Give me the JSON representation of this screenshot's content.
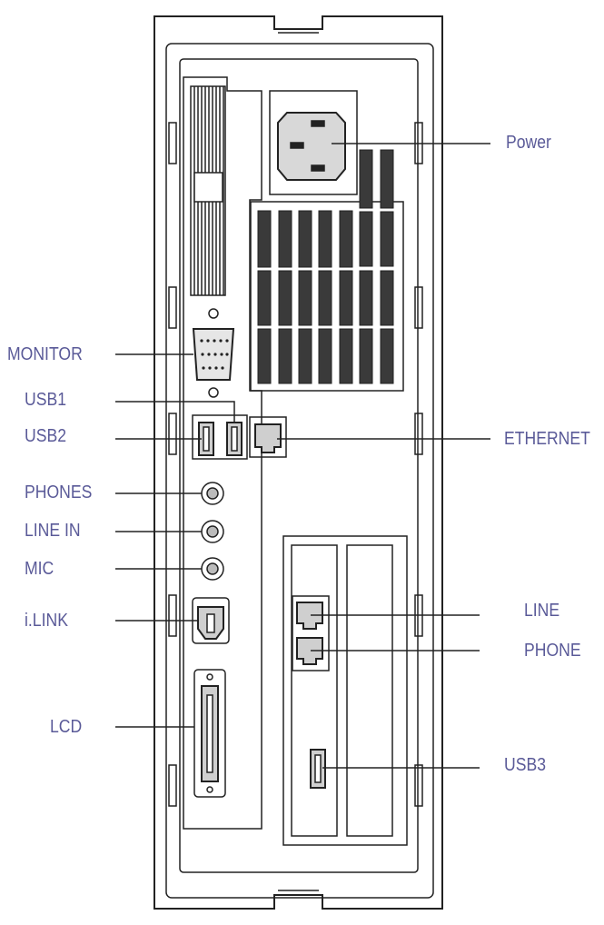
{
  "labels": {
    "power": "Power",
    "monitor": "MONITOR",
    "usb1": "USB1",
    "usb2": "USB2",
    "ethernet": "ETHERNET",
    "phones": "PHONES",
    "line_in": "LINE IN",
    "mic": "MIC",
    "ilink": "i.LINK",
    "line": "LINE",
    "phone": "PHONE",
    "lcd": "LCD",
    "usb3": "USB3"
  },
  "colors": {
    "stroke": "#222222",
    "label_text": "#5a5a98",
    "vent_fill": "#3a3a3a",
    "port_fill": "#cfcfcf"
  }
}
